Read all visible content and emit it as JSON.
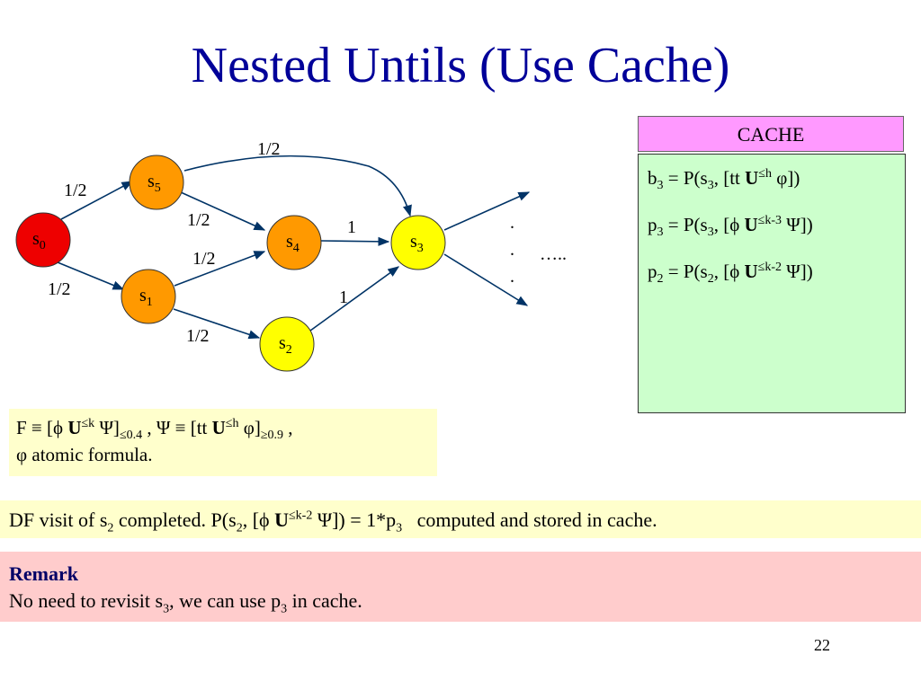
{
  "title": "Nested Untils (Use Cache)",
  "graph": {
    "nodes": {
      "s0": {
        "base": "s",
        "sub": "0",
        "color": "#ee0000"
      },
      "s5": {
        "base": "s",
        "sub": "5",
        "color": "#ff9900"
      },
      "s4": {
        "base": "s",
        "sub": "4",
        "color": "#ff9900"
      },
      "s1": {
        "base": "s",
        "sub": "1",
        "color": "#ff9900"
      },
      "s3": {
        "base": "s",
        "sub": "3",
        "color": "#ffff00"
      },
      "s2": {
        "base": "s",
        "sub": "2",
        "color": "#ffff00"
      }
    },
    "edge_labels": {
      "s0_s5": "1/2",
      "s0_s1": "1/2",
      "s5_s3": "1/2",
      "s5_s4": "1/2",
      "s1_s4": "1/2",
      "s1_s2": "1/2",
      "s4_s3": "1",
      "s2_s3": "1"
    },
    "dots": ".",
    "ellipsis": "….."
  },
  "cache": {
    "header": "CACHE",
    "b3": {
      "lhs": "b",
      "lhs_sub": "3",
      "mid": " = P(s",
      "mid_sub": "3",
      "rest1": ", [tt ",
      "op": "U",
      "op_sup": "≤h",
      "rest2": " φ])"
    },
    "p3": {
      "lhs": "p",
      "lhs_sub": "3",
      "mid": " = P(s",
      "mid_sub": "3",
      "rest1": ", [ϕ ",
      "op": "U",
      "op_sup": "≤k-3",
      "rest2": " Ψ])"
    },
    "p2": {
      "lhs": "p",
      "lhs_sub": "2",
      "mid": " = P(s",
      "mid_sub": "2",
      "rest1": ", [ϕ ",
      "op": "U",
      "op_sup": "≤k-2",
      "rest2": " Ψ])"
    }
  },
  "formula": {
    "part1": "F ≡ [ϕ ",
    "op1": "U",
    "op1_sup": "≤k",
    "part2": " Ψ]",
    "sub1": "≤0.4",
    "part3": " , Ψ ≡ [tt ",
    "op2": "U",
    "op2_sup": "≤h",
    "part4": " φ]",
    "sub2": "≥0.9",
    "part5": " ,",
    "line2": "φ atomic formula."
  },
  "df_visit": {
    "part1": "DF visit of s",
    "sub1": "2",
    "part2": " completed. P(s",
    "sub2": "2",
    "part3": ", [ϕ ",
    "op": "U",
    "op_sup": "≤k-2",
    "part4": " Ψ]) = 1*p",
    "sub3": "3",
    "part5": "   computed and stored in cache."
  },
  "remark": {
    "title": "Remark",
    "part1": "No need to revisit s",
    "sub1": "3",
    "part2": ", we can use p",
    "sub2": "3",
    "part3": " in cache."
  },
  "page_number": "22"
}
